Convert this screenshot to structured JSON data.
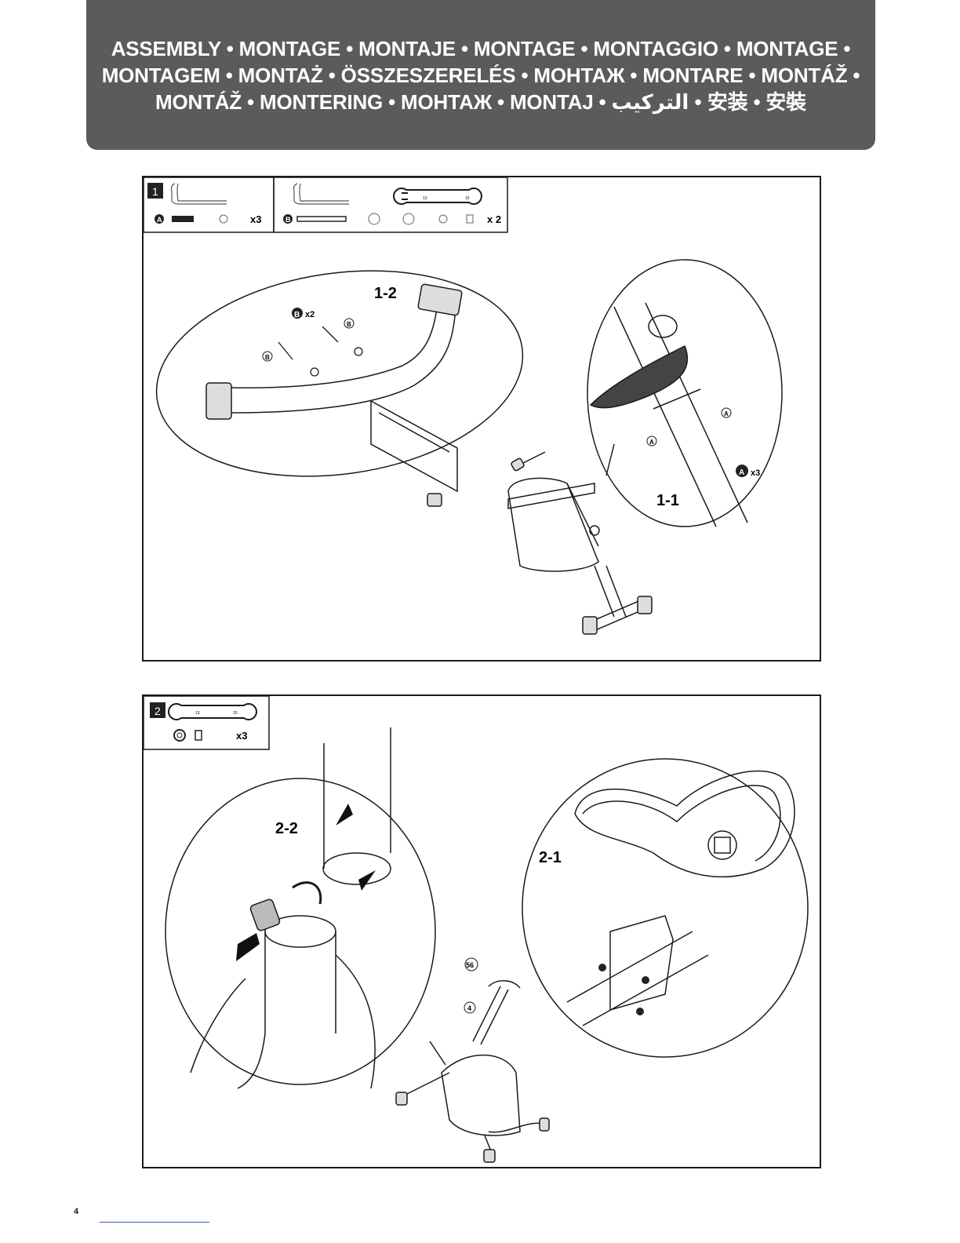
{
  "header": {
    "title_lines": [
      "ASSEMBLY • MONTAGE • MONTAJE • MONTAGE • MONTAGGIO • MONTAGE •",
      "MONTAGEM • MONTAŻ • ÖSSZESZERELÉS • МОНТАЖ • MONTARE • MONTÁŽ •",
      "MONTÁŽ • MONTERING • МОНТАЖ • MONTAJ • التركيب • 安装 • 安裝"
    ]
  },
  "step1": {
    "number": "1",
    "part_a_letter": "A",
    "part_a_qty": "x3",
    "part_b_letter": "B",
    "part_b_qty": "x 2",
    "wrench_size_a": "13",
    "wrench_size_b": "15",
    "callout_1_2": "1-2",
    "callout_1_2_qty_letter": "B",
    "callout_1_2_qty": "x2",
    "callout_1_1": "1-1",
    "callout_1_1_qty_letter": "A",
    "callout_1_1_qty": "x3",
    "detail_a_letter": "A",
    "detail_b_letter": "B"
  },
  "step2": {
    "number": "2",
    "wrench_size_a": "13",
    "wrench_size_b": "15",
    "part_qty": "x3",
    "callout_2_2": "2-2",
    "callout_2_1": "2-1",
    "seat_label": "56",
    "post_label": "4"
  },
  "footer": {
    "page_number": "4"
  }
}
